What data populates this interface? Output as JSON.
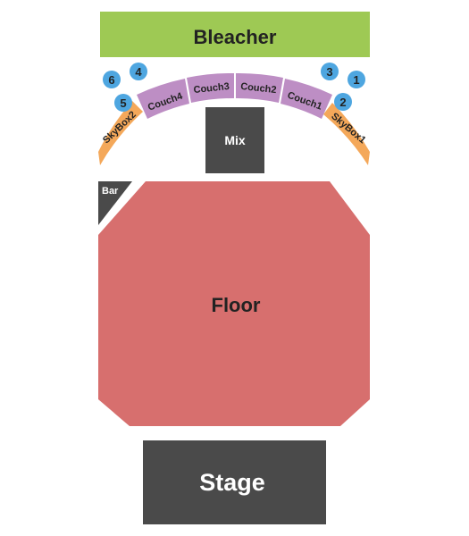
{
  "colors": {
    "bleacher": "#9ec954",
    "couch": "#bd8ec4",
    "skybox": "#f4a85a",
    "badge": "#4ea6e0",
    "mix": "#4a4a4a",
    "bar": "#4a4a4a",
    "floor": "#d76f6e",
    "stage": "#4a4a4a",
    "dark_text": "#222222",
    "light_text": "#ffffff"
  },
  "sections": {
    "bleacher": "Bleacher",
    "couch1": "Couch1",
    "couch2": "Couch2",
    "couch3": "Couch3",
    "couch4": "Couch4",
    "skybox1": "SkyBox1",
    "skybox2": "SkyBox2",
    "mix": "Mix",
    "bar": "Bar",
    "floor": "Floor",
    "stage": "Stage"
  },
  "badges": [
    "1",
    "2",
    "3",
    "4",
    "5",
    "6"
  ]
}
